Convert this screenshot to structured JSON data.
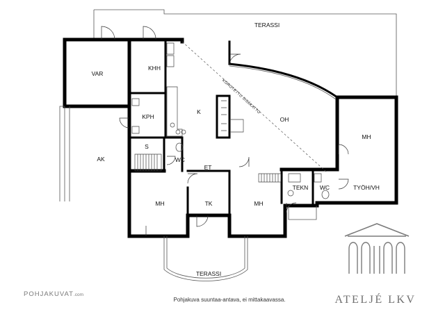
{
  "rooms": {
    "terassi_top": "TERASSI",
    "var": "VAR",
    "khh": "KHH",
    "kph": "KPH",
    "s": "S",
    "k": "K",
    "wc1": "WC",
    "et": "ET",
    "oh": "OH",
    "ceiling_note": "KOROTETTU SISÄKATTO",
    "mh_right": "MH",
    "wc2": "WC",
    "tekn": "TEKN",
    "tyoh": "TYÖH/VH",
    "ak": "AK",
    "mh_left": "MH",
    "tk": "TK",
    "mh_mid": "MH",
    "terassi_bottom": "TERASSI"
  },
  "footer": {
    "brand_left_main": "POHJAKUVAT",
    "brand_left_suffix": ".com",
    "note": "Pohjakuva suuntaa-antava, ei mittakaavassa.",
    "brand_right": "ATELJÉ LKV"
  },
  "icons": {
    "logo": "columned-pavilion-logo"
  },
  "colors": {
    "wall": "#000000",
    "text": "#111111",
    "brand": "#6f6f6f"
  }
}
